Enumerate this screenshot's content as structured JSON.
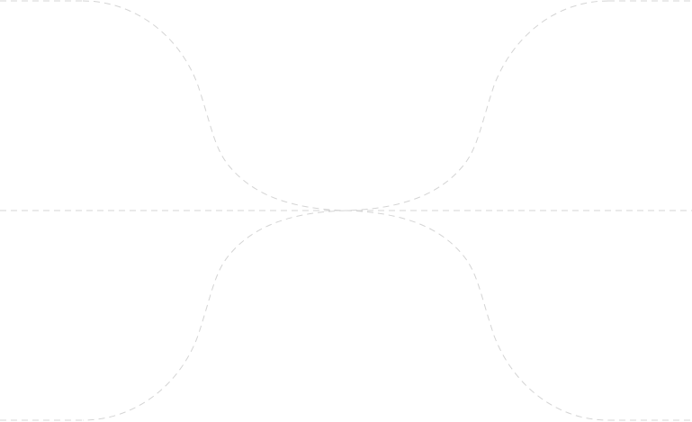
{
  "canvas": {
    "background": "#ffffff"
  },
  "guides": {
    "stroke_color": "#d4d4d4",
    "line_style": "dashed",
    "paths": [
      {
        "name": "top-edge-line"
      },
      {
        "name": "top-left-curve"
      },
      {
        "name": "top-right-curve"
      },
      {
        "name": "center-line"
      },
      {
        "name": "bottom-left-curve"
      },
      {
        "name": "bottom-right-curve"
      },
      {
        "name": "bottom-edge-line"
      }
    ]
  }
}
